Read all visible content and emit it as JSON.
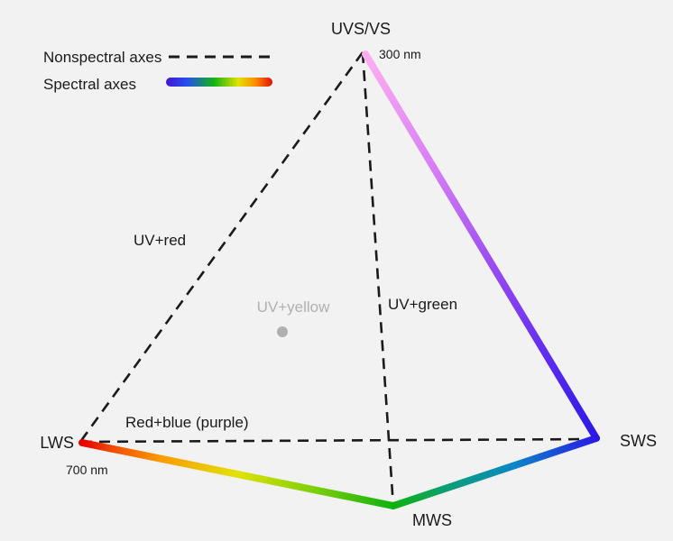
{
  "figure": {
    "background": "#f2f2f2",
    "description_hint": "Tetrahedral color space projection with spectral and nonspectral axes"
  },
  "legend": {
    "nonspectral": {
      "label": "Nonspectral axes"
    },
    "spectral": {
      "label": "Spectral axes"
    }
  },
  "vertices": {
    "uvs_vs": {
      "label": "UVS/VS",
      "wavelength": "300 nm"
    },
    "lws": {
      "label": "LWS",
      "wavelength": "700 nm"
    },
    "sws": {
      "label": "SWS"
    },
    "mws": {
      "label": "MWS"
    }
  },
  "axis_labels": {
    "uv_red": "UV+red",
    "uv_green": "UV+green",
    "uv_yellow": "UV+yellow",
    "red_blue_purple": "Red+blue (purple)"
  },
  "colors": {
    "text": "#1a1a1a",
    "dashed_axis": "#1a1a1a",
    "muted": "#b0b0b0",
    "gradients": {
      "uv_to_sws": [
        "#ffaff0",
        "#d67df6",
        "#9a4cf2",
        "#5c2aee",
        "#2a18e8"
      ],
      "sws_to_mws": [
        "#2a18e8",
        "#0b86c8",
        "#0a9e7a",
        "#0db20e"
      ],
      "mws_to_lws": [
        "#0db20e",
        "#7ccf0a",
        "#e2e204",
        "#fc9a00",
        "#f24e00",
        "#e60000"
      ],
      "legend_bar": [
        "#4414d2",
        "#2450ee",
        "#12b414",
        "#e2e204",
        "#fc8c00",
        "#e01000"
      ]
    }
  }
}
